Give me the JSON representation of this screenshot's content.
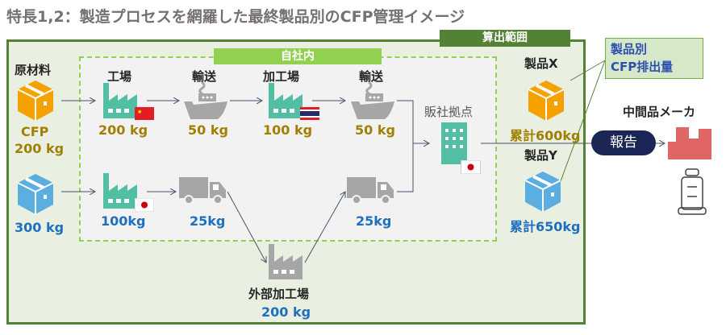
{
  "title": "特長1,2：製造プロセスを網羅した最終製品別のCFP管理イメージ",
  "scope_label": "算出範囲",
  "inhouse_label": "自社内",
  "raw_materials": {
    "label": "原材料",
    "cfp_label": "CFP",
    "item1": "200 kg",
    "item2": "300 kg"
  },
  "row1": {
    "factory_label": "工場",
    "factory_value": "200 kg",
    "ship1_label": "輸送",
    "ship1_value": "50 kg",
    "process_label": "加工場",
    "process_value": "100 kg",
    "ship2_label": "輸送",
    "ship2_value": "50 kg"
  },
  "row2": {
    "factory_value": "100kg",
    "truck1_value": "25kg",
    "truck2_value": "25kg"
  },
  "external": {
    "label": "外部加工場",
    "value": "200 kg"
  },
  "sales": {
    "label": "販社拠点"
  },
  "products": {
    "x_label": "製品X",
    "x_total": "累計600kg",
    "y_label": "製品Y",
    "y_total": "累計650kg"
  },
  "callout": {
    "line1": "製品別",
    "line2": "CFP排出量"
  },
  "maker": {
    "label": "中間品メーカ",
    "report": "報告"
  },
  "colors": {
    "green_dark": "#548235",
    "green_light": "#92d050",
    "orange": "#f5a200",
    "blue": "#5aaee0",
    "teal": "#52bea3",
    "navy": "#1a2756",
    "red": "#e06666"
  }
}
